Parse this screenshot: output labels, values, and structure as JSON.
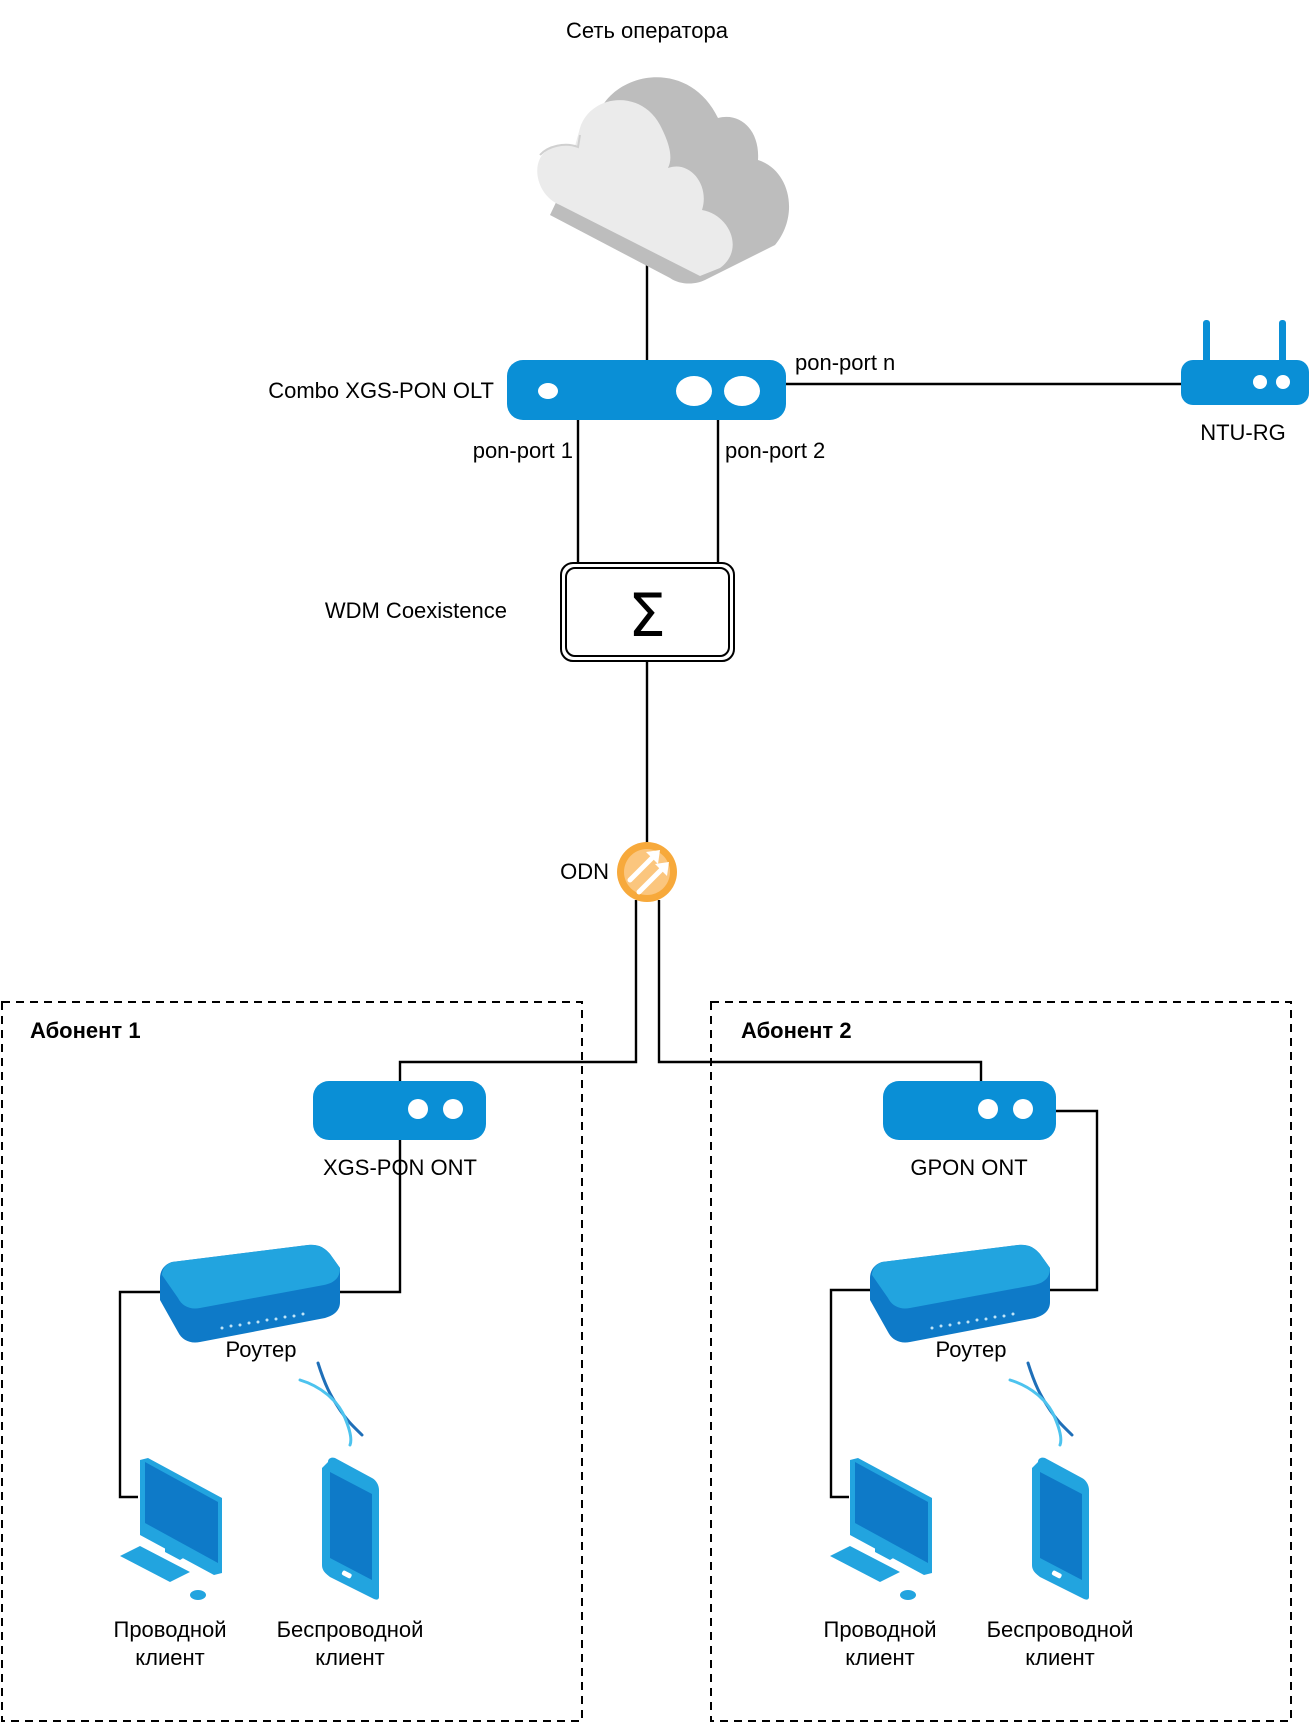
{
  "diagram": {
    "nodes": {
      "operator_network": {
        "label": "Сеть оператора",
        "icon": "cloud-icon"
      },
      "olt": {
        "label": "Combo XGS-PON OLT",
        "icon": "olt-device-icon"
      },
      "ntu_rg": {
        "label": "NTU-RG",
        "icon": "router-antenna-icon"
      },
      "wdm": {
        "label": "WDM Coexistence",
        "symbol": "Σ",
        "icon": "sum-icon"
      },
      "odn": {
        "label": "ODN",
        "icon": "splitter-icon"
      }
    },
    "ports": {
      "pon_port_1": "pon-port 1",
      "pon_port_2": "pon-port 2",
      "pon_port_n": "pon-port n"
    },
    "subscribers": [
      {
        "title": "Абонент 1",
        "ont": {
          "label": "XGS-PON ONT"
        },
        "router": {
          "label": "Роутер"
        },
        "wired_client": {
          "line1": "Проводной",
          "line2": "клиент"
        },
        "wireless_client": {
          "line1": "Беспроводной",
          "line2": "клиент"
        }
      },
      {
        "title": "Абонент 2",
        "ont": {
          "label": "GPON ONT"
        },
        "router": {
          "label": "Роутер"
        },
        "wired_client": {
          "line1": "Проводной",
          "line2": "клиент"
        },
        "wireless_client": {
          "line1": "Беспроводной",
          "line2": "клиент"
        }
      }
    ],
    "colors": {
      "device_blue": "#0A8FD6",
      "odn_orange": "#F7A93B",
      "cloud_light": "#EBEBEB",
      "cloud_dark": "#BDBDBD"
    }
  }
}
